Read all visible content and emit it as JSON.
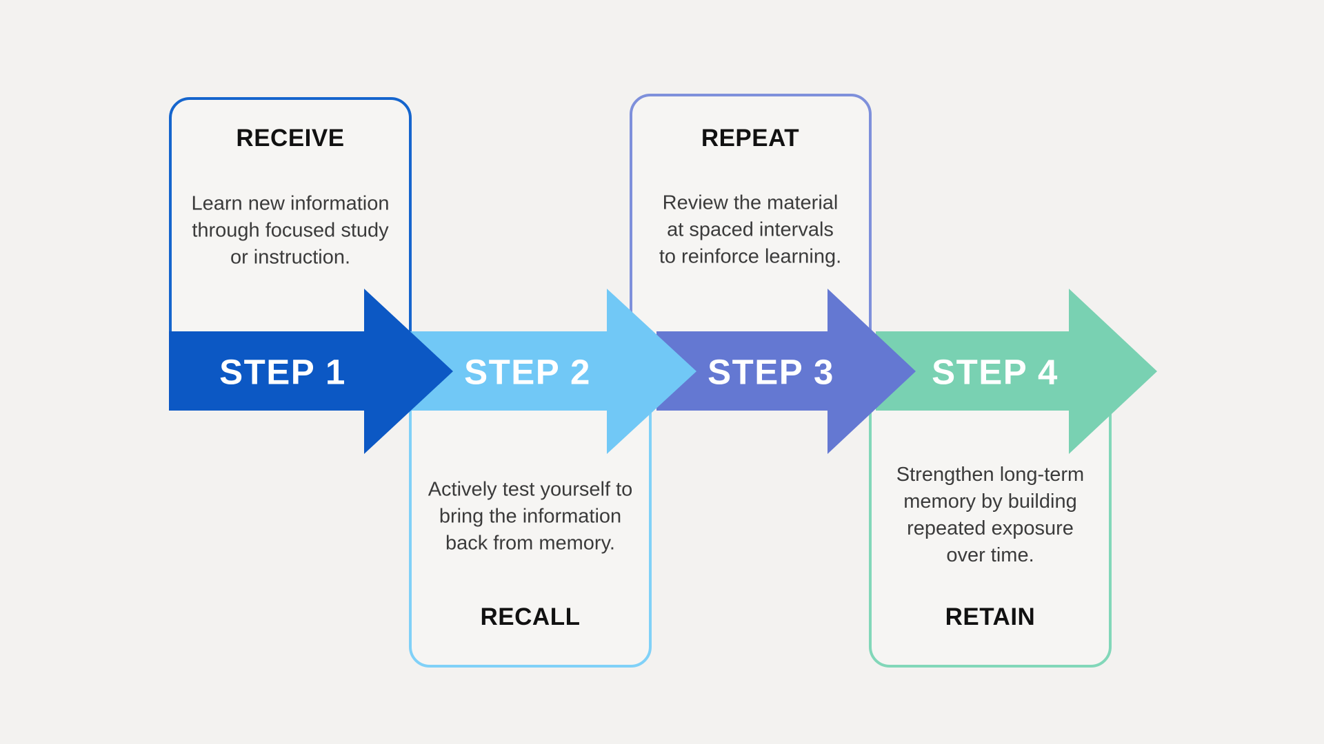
{
  "canvas": {
    "background": "#f3f2f0",
    "card_fill": "#f6f5f3"
  },
  "text_colors": {
    "step_label": "#ffffff",
    "card_title": "#111111",
    "card_body": "#3b3b3b"
  },
  "steps": [
    {
      "label": "STEP 1",
      "title": "RECEIVE",
      "description": "Learn new information\nthrough focused study\nor instruction.",
      "card_position": "top",
      "arrow_color": "#0c58c4",
      "card_border_color": "#1565cd"
    },
    {
      "label": "STEP 2",
      "title": "RECALL",
      "description": "Actively test yourself to\nbring the information\nback from memory.",
      "card_position": "bottom",
      "arrow_color": "#71c8f6",
      "card_border_color": "#80d1f8"
    },
    {
      "label": "STEP 3",
      "title": "REPEAT",
      "description": "Review the material\nat spaced intervals\nto reinforce learning.",
      "card_position": "top",
      "arrow_color": "#6478d2",
      "card_border_color": "#7e90db"
    },
    {
      "label": "STEP 4",
      "title": "RETAIN",
      "description": "Strengthen long-term\nmemory by building\nrepeated exposure\nover time.",
      "card_position": "bottom",
      "arrow_color": "#79d1b2",
      "card_border_color": "#82d7b9"
    }
  ]
}
